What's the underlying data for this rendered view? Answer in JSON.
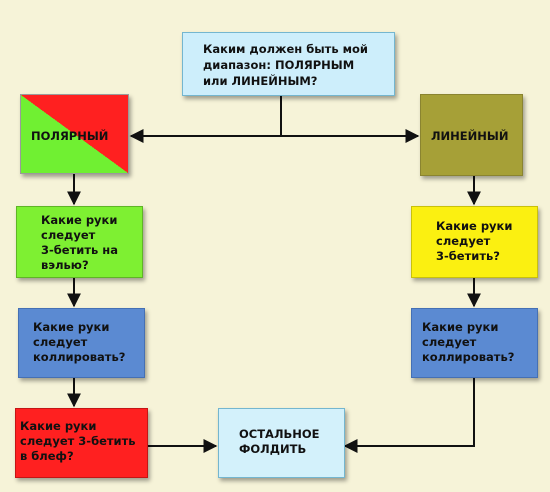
{
  "nodes": {
    "question": {
      "text": "Каким должен быть мой\nдиапазон: ПОЛЯРНЫМ\nили ЛИНЕЙНЫМ?",
      "fill": "#cdeefb",
      "border": "#74b6cf"
    },
    "polar": {
      "text": "ПОЛЯРНЫЙ",
      "fill_top_left": "#ff2020",
      "fill_bottom_right": "#70f032",
      "border": "#9a9a9a"
    },
    "linear": {
      "text": "ЛИНЕЙНЫЙ",
      "fill": "#a6a037",
      "border": "#8a8430"
    },
    "polar_value3bet": {
      "text": "Какие руки\nследует\n3-бетить на\nвэлью?",
      "fill": "#7ef032",
      "border": "#5fb526"
    },
    "linear_3bet": {
      "text": "Какие руки\nследует\n3-бетить?",
      "fill": "#fbf011",
      "border": "#c9c10b"
    },
    "polar_call": {
      "text": "Какие руки\nследует\nколлировать?",
      "fill": "#5b8ad2",
      "border": "#4570b4"
    },
    "linear_call": {
      "text": "Какие руки\nследует\nколлировать?",
      "fill": "#5b8ad2",
      "border": "#4570b4"
    },
    "polar_bluff": {
      "text": "Какие руки\nследует 3-бетить\nв блеф?",
      "fill": "#ff2020",
      "border": "#c41515"
    },
    "fold": {
      "text": "ОСТАЛЬНОЕ\nФОЛДИТЬ",
      "fill": "#d3f1fb",
      "border": "#74b6cf"
    }
  },
  "edges": [
    {
      "from": "question",
      "to": "polar"
    },
    {
      "from": "question",
      "to": "linear"
    },
    {
      "from": "polar",
      "to": "polar_value3bet"
    },
    {
      "from": "polar_value3bet",
      "to": "polar_call"
    },
    {
      "from": "polar_call",
      "to": "polar_bluff"
    },
    {
      "from": "polar_bluff",
      "to": "fold"
    },
    {
      "from": "linear",
      "to": "linear_3bet"
    },
    {
      "from": "linear_3bet",
      "to": "linear_call"
    },
    {
      "from": "linear_call",
      "to": "fold"
    }
  ],
  "colors": {
    "background": "#f6f3d8",
    "edge": "#111111"
  }
}
